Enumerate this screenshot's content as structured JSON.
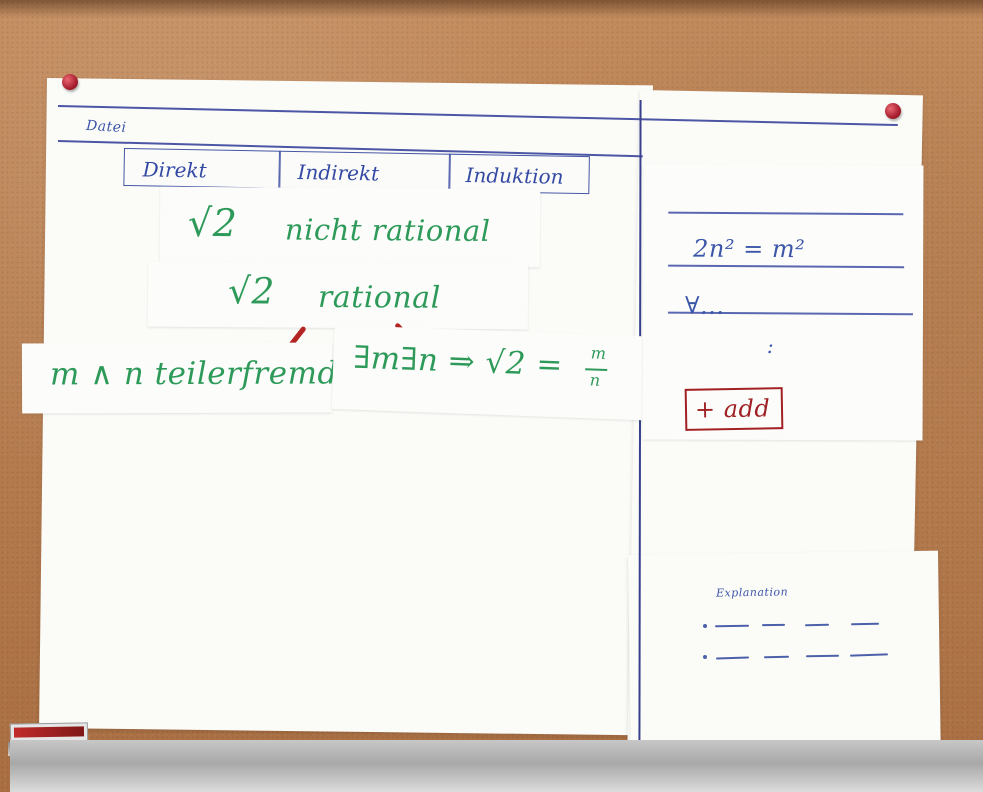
{
  "scene": {
    "menu_label": "Datei",
    "tabs": [
      "Direkt",
      "Indirekt",
      "Induktion"
    ],
    "top_card": {
      "root_symbol": "√2",
      "text": "nicht rational"
    },
    "middle_card": {
      "root_symbol": "√2",
      "text": "rational"
    },
    "bottom_left_card": {
      "text": "m ∧ n teilerfremd"
    },
    "bottom_right_card": {
      "text": "∃m∃n ⇒ √2 ="
    },
    "fraction": {
      "numerator": "m",
      "denominator": "n"
    },
    "right_panel": {
      "equation": "2n² = m²",
      "formula_stub": "∀...",
      "ellipsis": ":",
      "add_button": "+ add"
    },
    "explanation_sheet": {
      "title": "Explanation"
    }
  }
}
